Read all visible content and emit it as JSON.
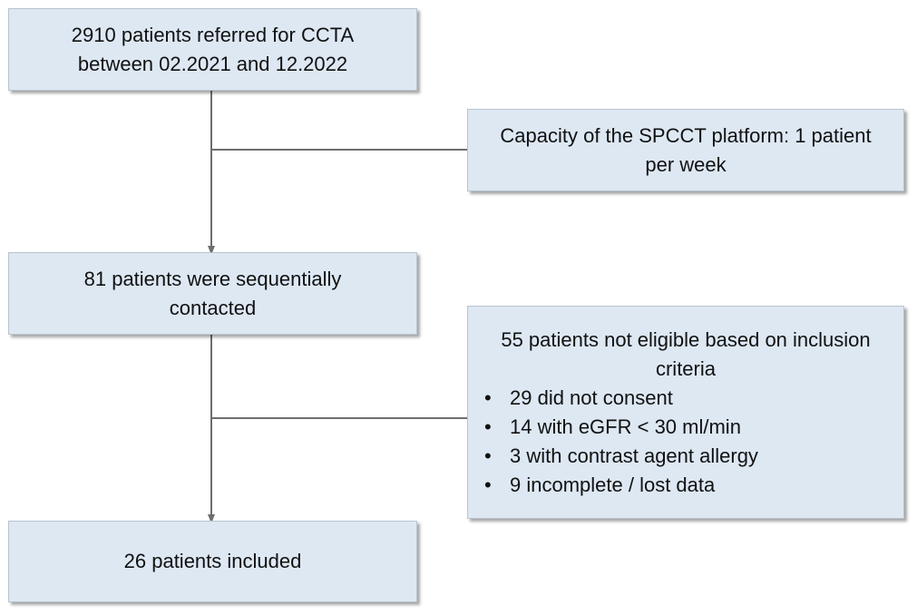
{
  "flowchart": {
    "referred": {
      "lines": [
        "2910 patients referred for CCTA",
        "between 02.2021 and 12.2022"
      ]
    },
    "capacity": {
      "lines": [
        "Capacity of the SPCCT platform: 1 patient",
        "per week"
      ]
    },
    "contacted": {
      "lines": [
        "81 patients were sequentially",
        "contacted"
      ]
    },
    "excluded": {
      "lines": [
        "55 patients not eligible based on inclusion",
        "criteria"
      ],
      "bullet_symbol": "•",
      "items": [
        "29 did not consent",
        "14 with eGFR < 30 ml/min",
        "3 with contrast agent allergy",
        "9 incomplete / lost data"
      ]
    },
    "included": {
      "lines": [
        "26 patients included"
      ]
    }
  },
  "colors": {
    "box_fill": "#dde8f3",
    "box_border": "#b9c4cf",
    "connector": "#6e6e6e"
  }
}
